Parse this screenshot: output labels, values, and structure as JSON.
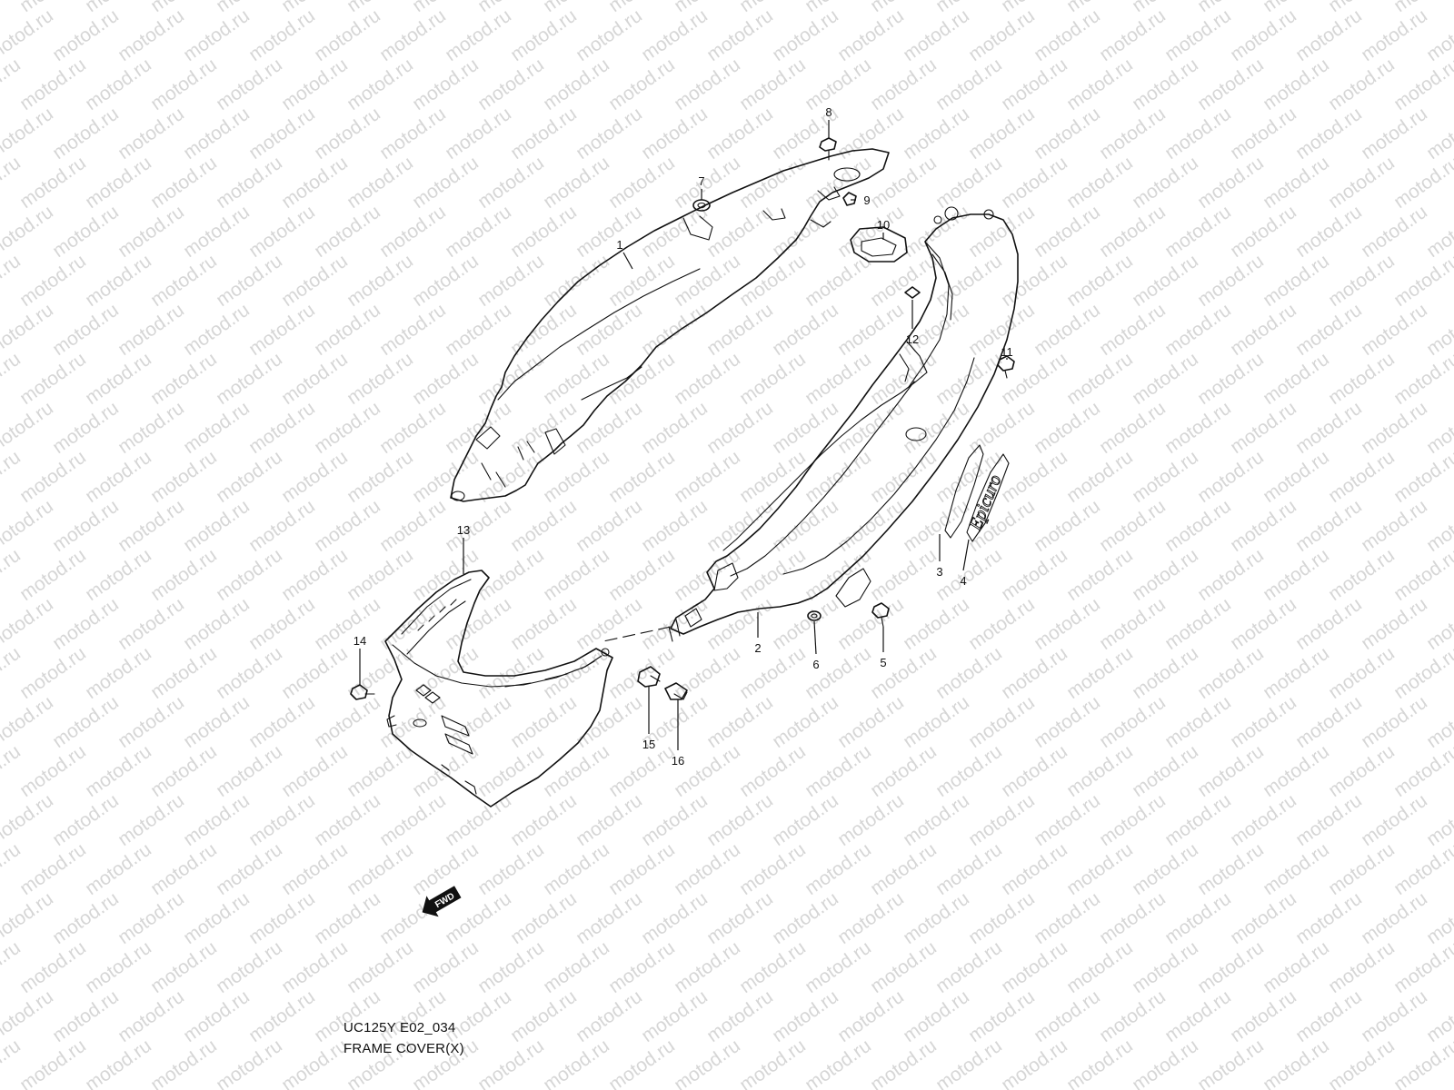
{
  "watermark": {
    "text": "motod.ru",
    "color": "#d6d6d6"
  },
  "diagram": {
    "code": "UC125Y E02_034",
    "title": "FRAME COVER(X)"
  },
  "direction_indicator": {
    "label": "FWD"
  },
  "decal_logo_text": "Epicuro",
  "callouts": [
    {
      "id": "p1",
      "number": "1"
    },
    {
      "id": "p2",
      "number": "2"
    },
    {
      "id": "p3",
      "number": "3"
    },
    {
      "id": "p4",
      "number": "4"
    },
    {
      "id": "p5",
      "number": "5"
    },
    {
      "id": "p6",
      "number": "6"
    },
    {
      "id": "p7",
      "number": "7"
    },
    {
      "id": "p8",
      "number": "8"
    },
    {
      "id": "p9",
      "number": "9"
    },
    {
      "id": "p10",
      "number": "10"
    },
    {
      "id": "p11",
      "number": "11"
    },
    {
      "id": "p12",
      "number": "12"
    },
    {
      "id": "p13",
      "number": "13"
    },
    {
      "id": "p14",
      "number": "14"
    },
    {
      "id": "p15",
      "number": "15"
    },
    {
      "id": "p16",
      "number": "16"
    }
  ]
}
